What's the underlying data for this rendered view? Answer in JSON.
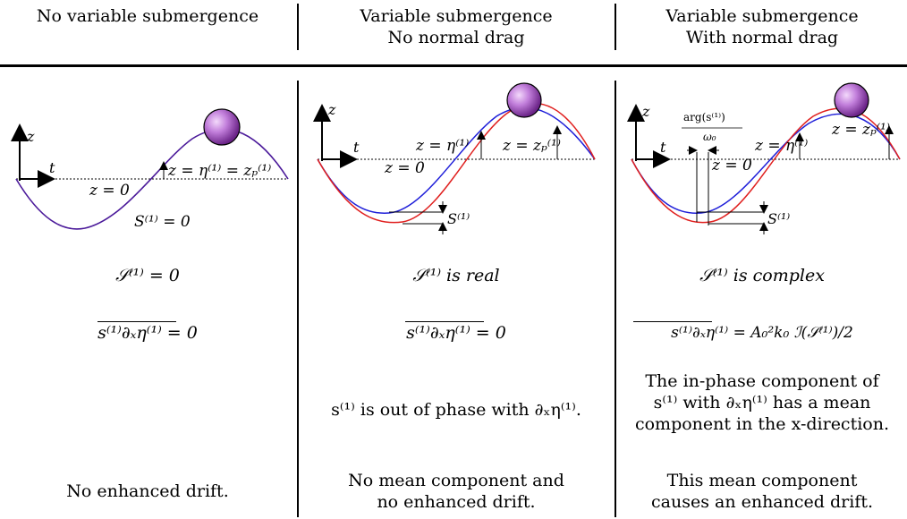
{
  "headers": {
    "col1": "No variable submergence",
    "col2_line1": "Variable submergence",
    "col2_line2": "No normal drag",
    "col3_line1": "Variable submergence",
    "col3_line2": "With normal drag"
  },
  "panel1": {
    "axis_z": "z",
    "axis_t": "t",
    "label_z0": "z = 0",
    "label_eta": "z = η⁽¹⁾ = zₚ⁽¹⁾",
    "label_S": "S⁽¹⁾ = 0"
  },
  "panel2": {
    "axis_z": "z",
    "axis_t": "t",
    "label_z0": "z = 0",
    "label_eta": "z = η⁽¹⁾",
    "label_zp": "z = zₚ⁽¹⁾",
    "label_S": "S⁽¹⁾"
  },
  "panel3": {
    "axis_z": "z",
    "axis_t": "t",
    "label_arg": "arg(s⁽¹⁾)",
    "label_omega": "ω₀",
    "label_z0": "z = 0",
    "label_eta": "z = η⁽¹⁾",
    "label_zp": "z = zₚ⁽¹⁾",
    "label_S": "S⁽¹⁾"
  },
  "rows": {
    "cal_S": [
      "𝒮⁽¹⁾ = 0",
      "𝒮⁽¹⁾ is real",
      "𝒮⁽¹⁾ is complex"
    ],
    "mean": [
      "s⁽¹⁾∂ₓη⁽¹⁾ = 0",
      "s⁽¹⁾∂ₓη⁽¹⁾ = 0",
      "s⁽¹⁾∂ₓη⁽¹⁾ = A₀²k₀ ℐ(𝒮⁽¹⁾)/2"
    ],
    "phase_col2": "s⁽¹⁾ is out of phase with ∂ₓη⁽¹⁾.",
    "phase_col3": [
      "The in-phase component of",
      "s⁽¹⁾ with ∂ₓη⁽¹⁾ has a mean",
      "component in the x-direction."
    ],
    "drift_col1": "No enhanced drift.",
    "drift_col2": [
      "No mean component and",
      "no enhanced drift."
    ],
    "drift_col3": [
      "This mean component",
      "causes an enhanced drift."
    ]
  },
  "colors": {
    "blue_curve": "#1f1fd9",
    "red_curve": "#e0201f",
    "purple_curve": "#4b1a9a",
    "ball": "#b06ad0"
  }
}
